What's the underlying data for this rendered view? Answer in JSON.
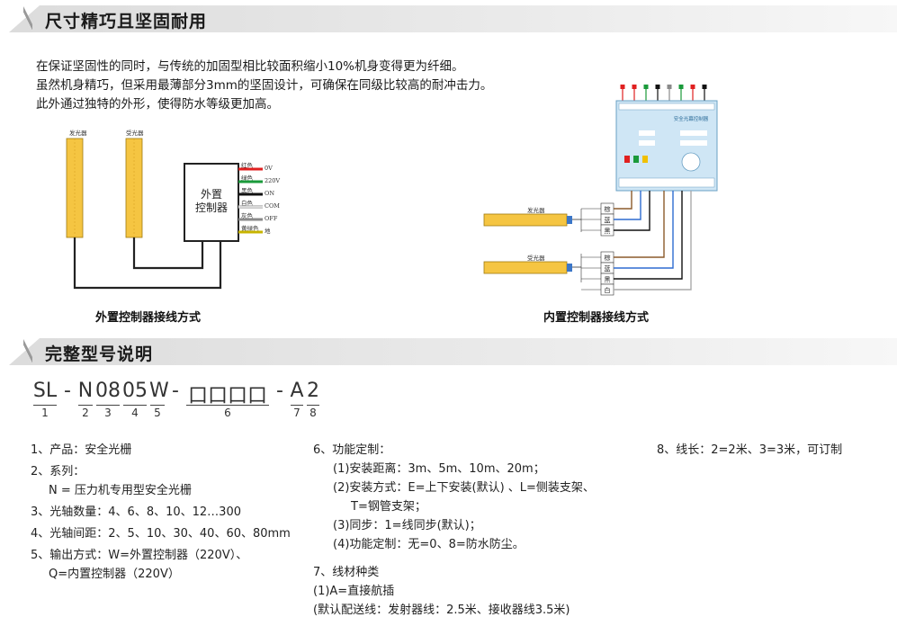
{
  "section1": {
    "title": "尺寸精巧且坚固耐用"
  },
  "intro": [
    "在保证坚固性的同时，与传统的加固型相比较面积缩小10%机身变得更为纤细。",
    "虽然机身精巧，但采用最薄部分3mm的坚固设计，可确保在同级比较高的耐冲击力。",
    "此外通过独特的外形，使得防水等级更加高。"
  ],
  "diagram_left": {
    "emitter_label": "发光器",
    "receiver_label": "受光器",
    "controller_label_line1": "外置",
    "controller_label_line2": "控制器",
    "wires": [
      {
        "color_name": "红色",
        "signal": "0V",
        "color": "#e02020"
      },
      {
        "color_name": "绿色",
        "signal": "220V",
        "color": "#1a9a3a"
      },
      {
        "color_name": "黑色",
        "signal": "ON",
        "color": "#111111"
      },
      {
        "color_name": "白色",
        "signal": "COM",
        "color": "#d8d8d8"
      },
      {
        "color_name": "灰色",
        "signal": "OFF",
        "color": "#8a8a8a"
      },
      {
        "color_name": "黄绿色",
        "signal": "地",
        "color": "#c8b400"
      }
    ],
    "caption": "外置控制器接线方式"
  },
  "diagram_right": {
    "controller_title": "安全光幕控制器",
    "emitter_label": "发光器",
    "receiver_label": "受光器",
    "emitter_wires": [
      "棕",
      "蓝",
      "黑"
    ],
    "receiver_wires": [
      "棕",
      "蓝",
      "黑",
      "白"
    ],
    "caption": "内置控制器接线方式"
  },
  "section2": {
    "title": "完整型号说明"
  },
  "model": {
    "segments": [
      {
        "text": "SL",
        "num": "1"
      },
      {
        "text": "-",
        "num": ""
      },
      {
        "text": "N",
        "num": "2"
      },
      {
        "text": "08",
        "num": "3"
      },
      {
        "text": "05",
        "num": "4"
      },
      {
        "text": "W",
        "num": "5"
      },
      {
        "text": "-",
        "num": ""
      },
      {
        "text": "口口口口",
        "num": "6"
      },
      {
        "text": "-",
        "num": ""
      },
      {
        "text": "A",
        "num": "7"
      },
      {
        "text": "2",
        "num": "8"
      }
    ]
  },
  "spec_col1": [
    {
      "main": "1、产品：安全光栅"
    },
    {
      "main": "2、系列：",
      "sub": "N = 压力机专用型安全光栅"
    },
    {
      "main": "3、光轴数量：4、6、8、10、12…300"
    },
    {
      "main": "4、光轴间距：2、5、10、30、40、60、80mm"
    },
    {
      "main": "5、输出方式：W=外置控制器（220V）、",
      "sub": "Q=内置控制器（220V）"
    }
  ],
  "spec_col2": {
    "item6": "6、功能定制：",
    "item6_subs": [
      "(1)安装距离：3m、5m、10m、20m；",
      "(2)安装方式：E=上下安装(默认) 、L=侧装支架、",
      "T=钢管支架；",
      "(3)同步：1=线同步(默认)；",
      "(4)功能定制：无=0、8=防水防尘。"
    ],
    "item7": "7、线材种类",
    "item7_subs": [
      "(1)A=直接航插",
      "(默认配送线：发射器线：2.5米、接收器线3.5米)"
    ]
  },
  "spec_col3": {
    "item8": "8、线长：2=2米、3=3米，可订制"
  }
}
